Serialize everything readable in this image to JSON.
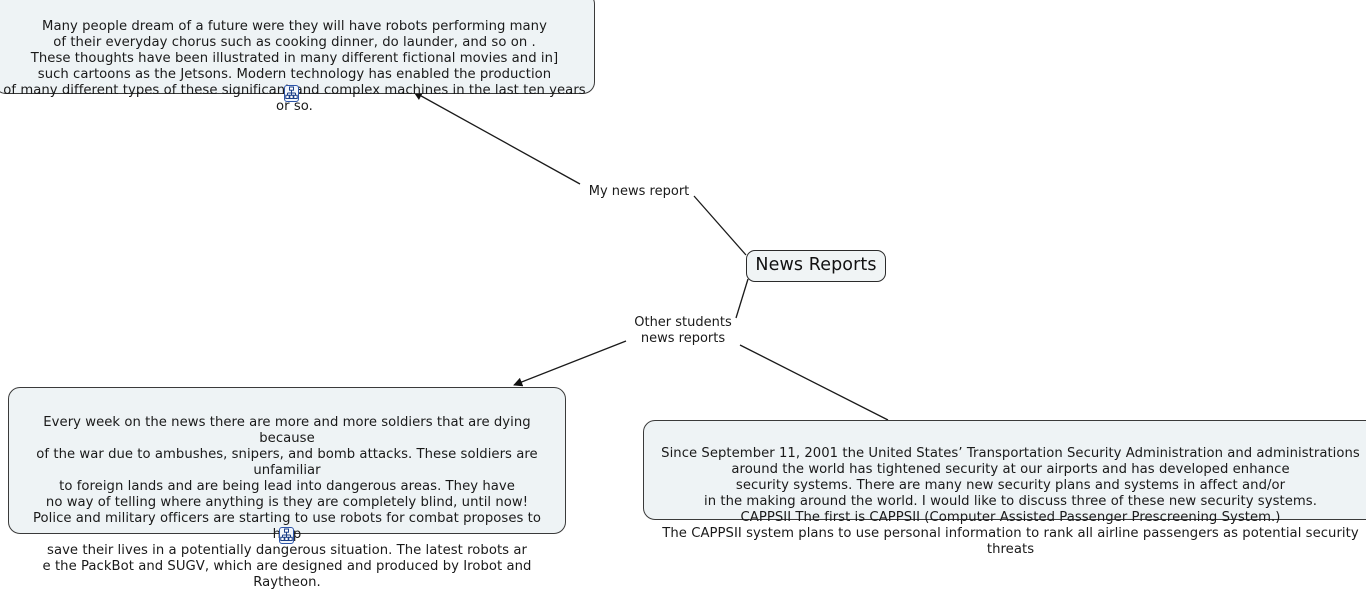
{
  "diagram": {
    "type": "mind-map",
    "background_color": "#ffffff",
    "node_fill_color": "#eef3f5",
    "node_border_color": "#3a3a3a",
    "edge_color": "#1a1a1a",
    "badge_border_color": "#2d55a8"
  },
  "central_node": {
    "label": "News Reports"
  },
  "edge_labels": {
    "my_news_report": "My news report",
    "other_students_news_reports": "Other students\nnews reports"
  },
  "notes": {
    "my_report": {
      "text": "Many people dream of a future were they will have robots performing many\nof their everyday chorus such as cooking dinner, do launder, and so on .\nThese thoughts have been illustrated in many different fictional movies and in]\nsuch cartoons as the Jetsons. Modern technology has enabled the production\nof many different types of these significant and complex machines in the last ten years or so.",
      "badge_icon": "hierarchy-icon"
    },
    "soldiers": {
      "text": "Every week on the news there are more and more soldiers that are dying because\nof the war due to ambushes, snipers, and bomb attacks. These soldiers are unfamiliar\nto foreign lands and are being lead into dangerous areas. They have\nno way of telling where anything is they are completely blind, until now!\nPolice and military officers are starting to use robots for combat proposes to help\nsave their lives in a potentially dangerous situation. The latest robots ar\ne the PackBot and SUGV, which are designed and produced by Irobot and Raytheon.",
      "badge_icon": "hierarchy-icon"
    },
    "security": {
      "text": "Since September 11, 2001 the United States’ Transportation Security Administration and administrations\naround the world has tightened security at our airports and has developed enhance\nsecurity systems. There are many new security plans and systems in affect and/or\nin the making around the world. I would like to discuss three of these new security systems.\nCAPPSII The first is CAPPSII (Computer Assisted Passenger Prescreening System.)\nThe CAPPSII system plans to use personal information to rank all airline passengers as potential security threats"
    }
  }
}
